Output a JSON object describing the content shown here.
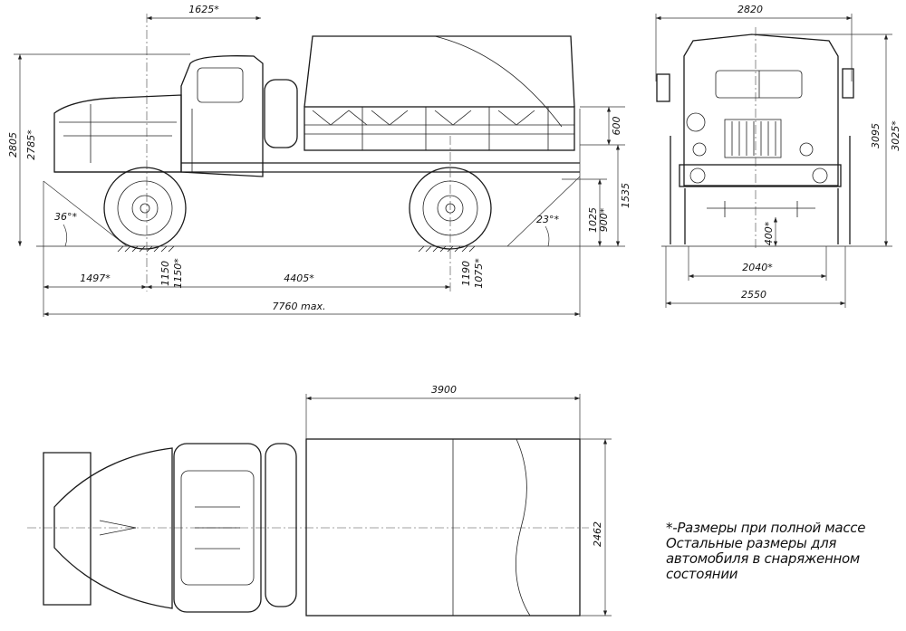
{
  "side_view": {
    "dim_cab_length": "1625*",
    "dim_height": "2805",
    "dim_height_loaded": "2785*",
    "angle_front": "36°*",
    "angle_rear": "23°*",
    "dim_side_height": "600",
    "dim_platform_height": "1535",
    "dim_rear_frame_height": "1025",
    "dim_rear_frame_height_loaded": "900*",
    "dim_front_wheel": "1150",
    "dim_front_wheel_loaded": "1150*",
    "dim_rear_wheel": "1190",
    "dim_rear_wheel_loaded": "1075*",
    "dim_front_overhang": "1497*",
    "dim_wheelbase": "4405*",
    "dim_overall_length": "7760 max."
  },
  "front_view": {
    "dim_mirror_width": "2820",
    "dim_height": "3095",
    "dim_height_loaded": "3025*",
    "dim_ground_clearance": "400*",
    "dim_track": "2040*",
    "dim_width": "2550"
  },
  "top_view": {
    "dim_body_length": "3900",
    "dim_body_width": "2462"
  },
  "notes": [
    "*-Размеры при полной массе",
    "Остальные размеры для",
    "автомобиля в снаряженном",
    "состоянии"
  ]
}
